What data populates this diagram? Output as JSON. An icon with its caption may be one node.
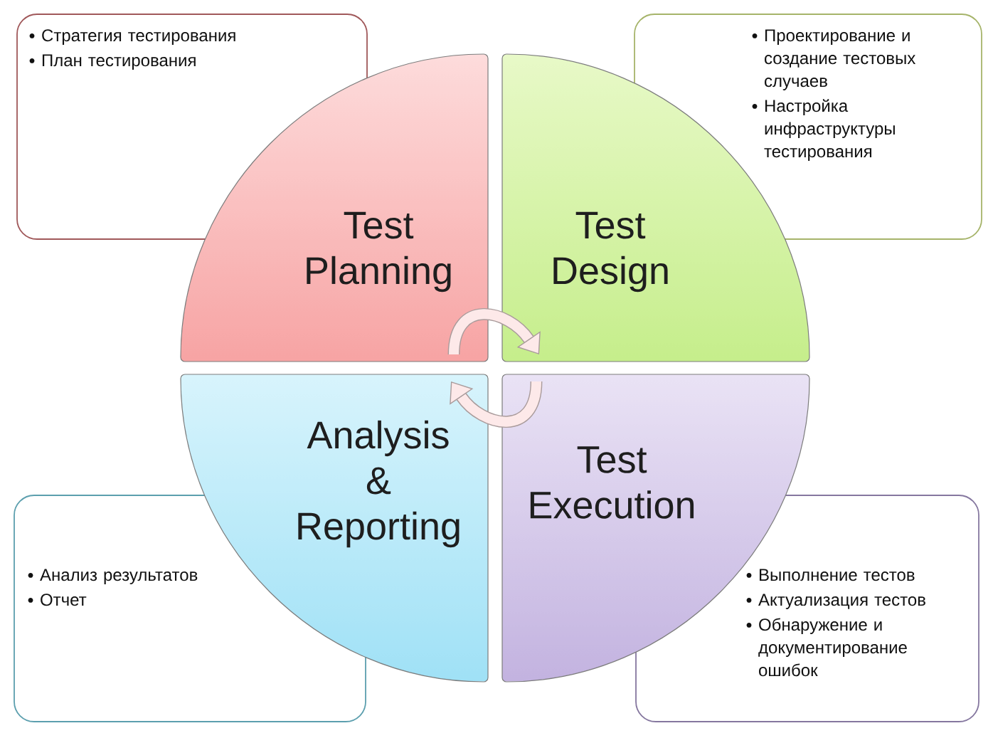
{
  "diagram": {
    "nodes": [
      {
        "text": [
          "Стратегия тестирования",
          "План тестирования"
        ]
      },
      {
        "text": [
          "Проектирование и создание тестовых случаев",
          "Настройка инфраструктуры тестирования"
        ]
      },
      {
        "text": [
          "Test Planning"
        ]
      },
      {
        "text": [
          "Test Design"
        ]
      },
      {
        "text": [
          "Analysis & Reporting"
        ]
      },
      {
        "text": [
          "Test Execution"
        ]
      },
      {
        "text": [
          "Анализ результатов",
          "Отчет"
        ]
      },
      {
        "text": [
          "Выполнение тестов",
          "Актуализация тестов",
          "Обнаружение и документирование ошибок"
        ]
      }
    ],
    "edges": [
      {
        "from": 2,
        "to": 3,
        "arrow": "to"
      },
      {
        "from": 5,
        "to": 4,
        "arrow": "to"
      }
    ]
  }
}
